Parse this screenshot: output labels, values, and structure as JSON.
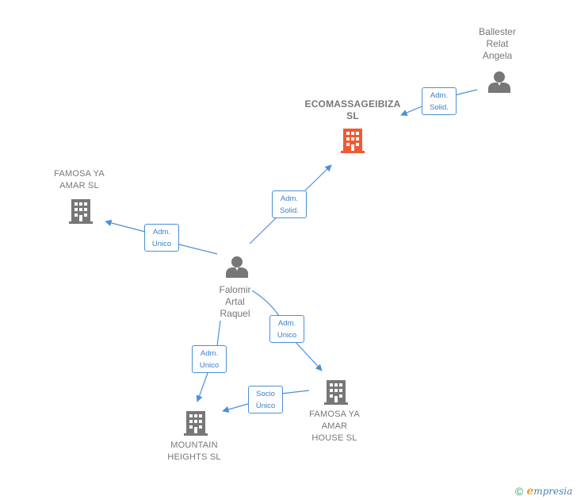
{
  "nodes": {
    "ecomassage": {
      "label": "ECOMASSAGEIBIZA\nSL",
      "type": "company",
      "color": "#f05a32"
    },
    "ballester": {
      "label": "Ballester\nRelat\nAngela",
      "type": "person",
      "color": "#777777"
    },
    "famosa_amar": {
      "label": "FAMOSA YA\nAMAR  SL",
      "type": "company",
      "color": "#777777"
    },
    "falomir": {
      "label": "Falomir\nArtal\nRaquel",
      "type": "person",
      "color": "#777777"
    },
    "mountain": {
      "label": "MOUNTAIN\nHEIGHTS  SL",
      "type": "company",
      "color": "#777777"
    },
    "famosa_house": {
      "label": "FAMOSA YA\nAMAR\nHOUSE  SL",
      "type": "company",
      "color": "#777777"
    }
  },
  "edges": [
    {
      "id": "ballester-ecomassage",
      "label": "Adm.\nSolid."
    },
    {
      "id": "falomir-ecomassage",
      "label": "Adm.\nSolid."
    },
    {
      "id": "falomir-famosa_amar",
      "label": "Adm.\nUnico"
    },
    {
      "id": "falomir-famosa_house",
      "label": "Adm.\nUnico"
    },
    {
      "id": "falomir-mountain",
      "label": "Adm.\nUnico"
    },
    {
      "id": "famosa_house-mountain",
      "label": "Socio\nÚnico"
    }
  ],
  "colors": {
    "edge": "#4a90d9",
    "edge_text": "#3c7fc7"
  },
  "brand": {
    "copyright": "©",
    "initial": "e",
    "name": "mpresia"
  }
}
